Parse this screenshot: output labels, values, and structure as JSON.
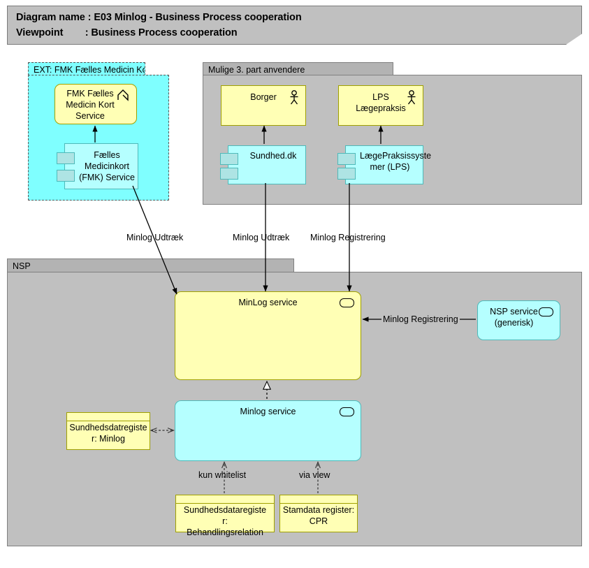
{
  "header": {
    "line1": "Diagram name : E03 Minlog - Business Process cooperation",
    "line2": "Viewpoint        : Business Process cooperation"
  },
  "groups": {
    "ext": {
      "label": "EXT: FMK Fælles Medicin Kort"
    },
    "third_party": {
      "label": "Mulige 3. part anvendere"
    },
    "nsp": {
      "label": "NSP"
    }
  },
  "nodes": {
    "fmk_service": {
      "label": "FMK Fælles\nMedicin Kort\nService",
      "icon": "business-process-chevron-icon"
    },
    "fmk_component": {
      "label": "Fælles\nMedicinkort\n(FMK) Service",
      "icon": "component-icon"
    },
    "borger": {
      "label": "Borger",
      "icon": "actor-icon"
    },
    "lps_actor": {
      "label": "LPS\nLægepraksis",
      "icon": "actor-icon"
    },
    "sundheddk": {
      "label": "Sundhed.dk",
      "icon": "component-icon"
    },
    "lps_component": {
      "label": "LægePraksissyste\nmer (LPS)",
      "icon": "component-icon"
    },
    "minlog_service_app": {
      "label": "MinLog service",
      "icon": "application-service-oval-icon"
    },
    "nsp_service": {
      "label": "NSP service\n(generisk)",
      "icon": "application-service-oval-icon"
    },
    "minlog_service_tech": {
      "label": "Minlog service",
      "icon": "application-service-oval-icon"
    },
    "sdr_minlog": {
      "label": "Sundhedsdatregiste\nr: Minlog",
      "icon": "data-object-icon"
    },
    "sdr_behandlingsrelation": {
      "label": "Sundhedsdataregiste\nr:\nBehandlingsrelation",
      "icon": "data-object-icon"
    },
    "stamdata_cpr": {
      "label": "Stamdata register:\nCPR",
      "icon": "data-object-icon"
    }
  },
  "edge_labels": {
    "fmk_udtraek": "Minlog Udtræk",
    "sundheddk_udtraek": "Minlog Udtræk",
    "lps_registrering": "Minlog Registrering",
    "nsp_registrering": "Minlog Registrering",
    "kun_whitelist": "kun whitelist",
    "via_view": "via view"
  },
  "colors": {
    "yellow_fill": "#ffffb5",
    "yellow_border": "#a0a000",
    "cyan_fill": "#b5ffff",
    "cyan_border": "#4fb9b9",
    "ext_cyan": "#7fffff",
    "group_gray": "#c0c0c0",
    "tab_gray": "#b3b3b3",
    "line": "#000000"
  }
}
